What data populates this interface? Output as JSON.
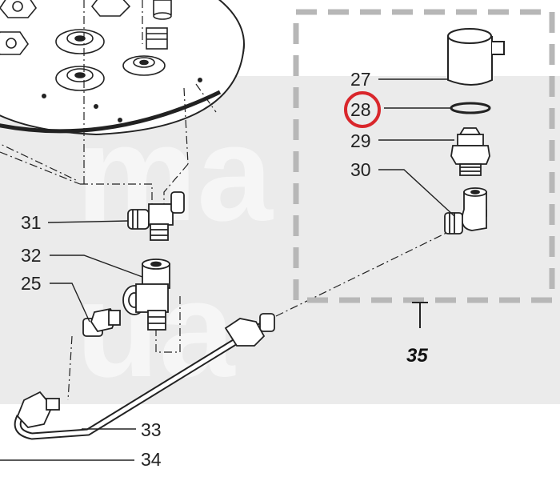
{
  "callouts": {
    "c27": "27",
    "c28": "28",
    "c29": "29",
    "c30": "30",
    "c31": "31",
    "c32": "32",
    "c25": "25",
    "c33": "33",
    "c34": "34",
    "c35": "35"
  },
  "highlight": {
    "target": "28",
    "color": "#d9262b"
  },
  "watermark": {
    "line1": "ma",
    "line2": "ua",
    "color": "#e8e8e8"
  }
}
